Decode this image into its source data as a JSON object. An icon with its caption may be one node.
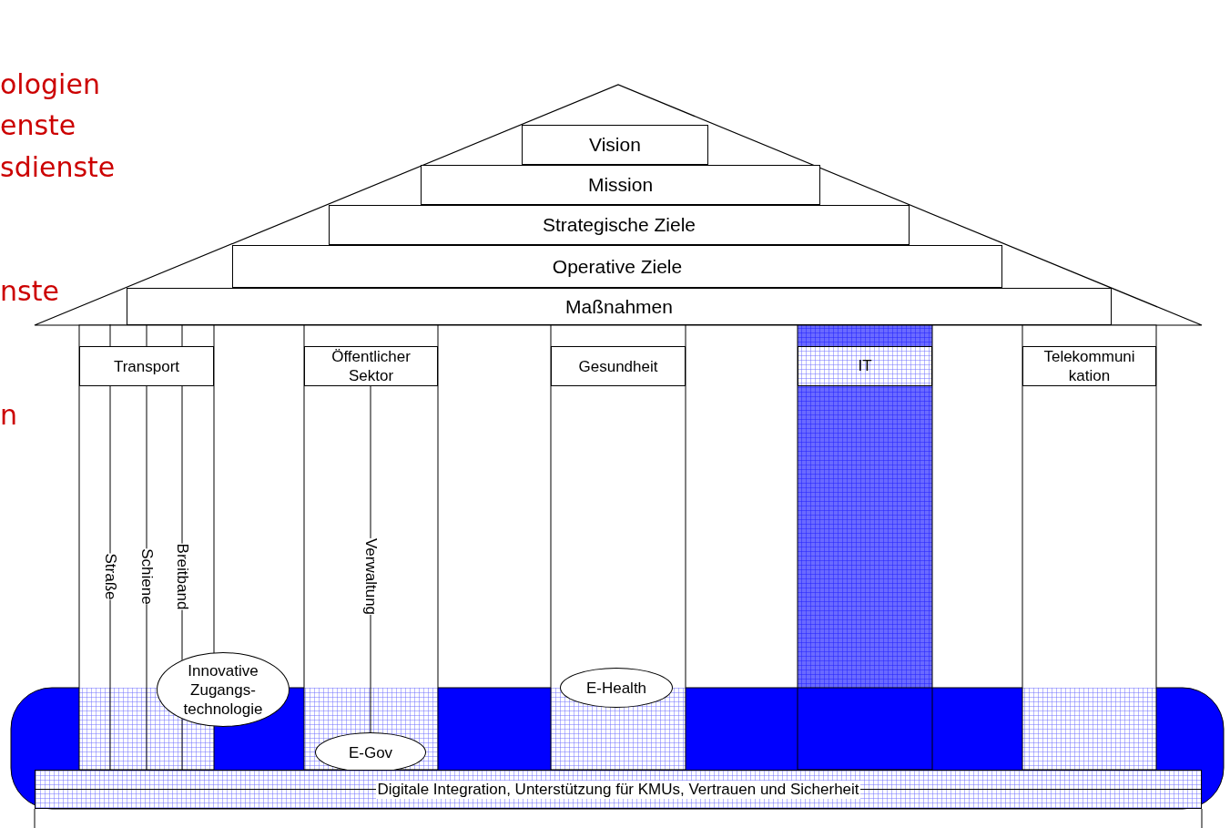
{
  "diagram": {
    "nodes": [
      {
        "text": [
          "Vision"
        ]
      },
      {
        "text": [
          "Mission"
        ]
      },
      {
        "text": [
          "Strategische Ziele"
        ]
      },
      {
        "text": [
          "Operative Ziele"
        ]
      },
      {
        "text": [
          "Maßnahmen"
        ]
      },
      {
        "text": [
          "Transport"
        ]
      },
      {
        "text": [
          "Öffentlicher Sektor"
        ]
      },
      {
        "text": [
          "Gesundheit"
        ]
      },
      {
        "text": [
          "IT"
        ]
      },
      {
        "text": [
          "Telekommuni kation"
        ]
      },
      {
        "text": [
          "Innovative Zugangs- technologie"
        ]
      },
      {
        "text": [
          "E-Health"
        ]
      },
      {
        "text": [
          "E-Gov"
        ]
      },
      {
        "text": [
          "Digitale Integration, Unterstützung für KMUs, Vertrauen und Sicherheit"
        ]
      }
    ],
    "edges": [
      {
        "from": 5,
        "to": 13,
        "arrow": "none",
        "label": "Straße"
      },
      {
        "from": 5,
        "to": 13,
        "arrow": "none",
        "label": "Schiene"
      },
      {
        "from": 5,
        "to": 10,
        "arrow": "none",
        "label": "Breitband"
      },
      {
        "from": 10,
        "to": 13,
        "arrow": "none"
      },
      {
        "from": 6,
        "to": 12,
        "arrow": "none",
        "label": "Verwaltung"
      },
      {
        "from": 4,
        "to": 5,
        "arrow": "none"
      },
      {
        "from": 4,
        "to": 5,
        "arrow": "none"
      },
      {
        "from": 4,
        "to": 5,
        "arrow": "none"
      }
    ],
    "labels": [
      "ologien",
      "enste",
      "sdienste",
      "nste",
      "n"
    ]
  }
}
